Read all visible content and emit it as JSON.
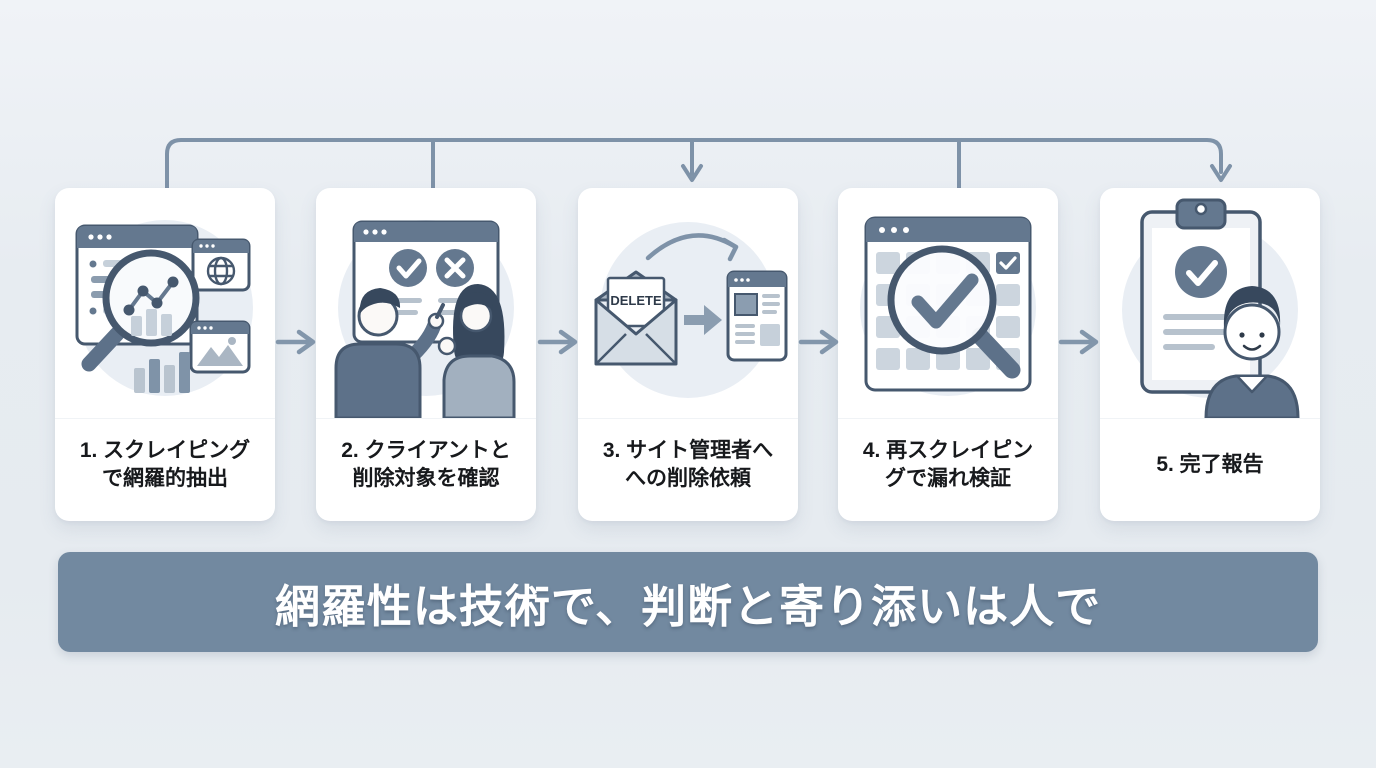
{
  "diagram": {
    "type": "process-flow",
    "language": "ja",
    "step_count": 5
  },
  "steps": [
    {
      "line1": "1. スクレイピング",
      "line2": "で網羅的抽出",
      "illustration": "magnifier-over-browser-data-charts"
    },
    {
      "line1": "2. クライアントと",
      "line2": "削除対象を確認",
      "illustration": "two-people-review-check-and-x-screen"
    },
    {
      "line1": "3. サイト管理者へ",
      "line2": "への削除依頼",
      "illustration": "delete-envelope-sent-to-website"
    },
    {
      "line1": "4. 再スクレイピン",
      "line2": "グで漏れ検証",
      "illustration": "magnifier-check-over-grid-screen"
    },
    {
      "line1": "5. 完了報告",
      "line2": "",
      "illustration": "clipboard-check-with-person"
    }
  ],
  "labels": {
    "delete_envelope": "DELETE"
  },
  "banner": {
    "text": "網羅性は技術で、判断と寄り添いは人で",
    "bg_color": "#7289a0",
    "text_color": "#ffffff"
  },
  "colors": {
    "page_bg": "#e7ecf1",
    "card_bg": "#ffffff",
    "connector": "#7e92a8",
    "outline_dark": "#46586e",
    "fill_mid_slate": "#64788f",
    "fill_body_slate": "#5d7189",
    "fill_light_gray": "#c6d0da",
    "illo_circle_bg": "#e9eef4",
    "text_dark": "#17191c"
  }
}
